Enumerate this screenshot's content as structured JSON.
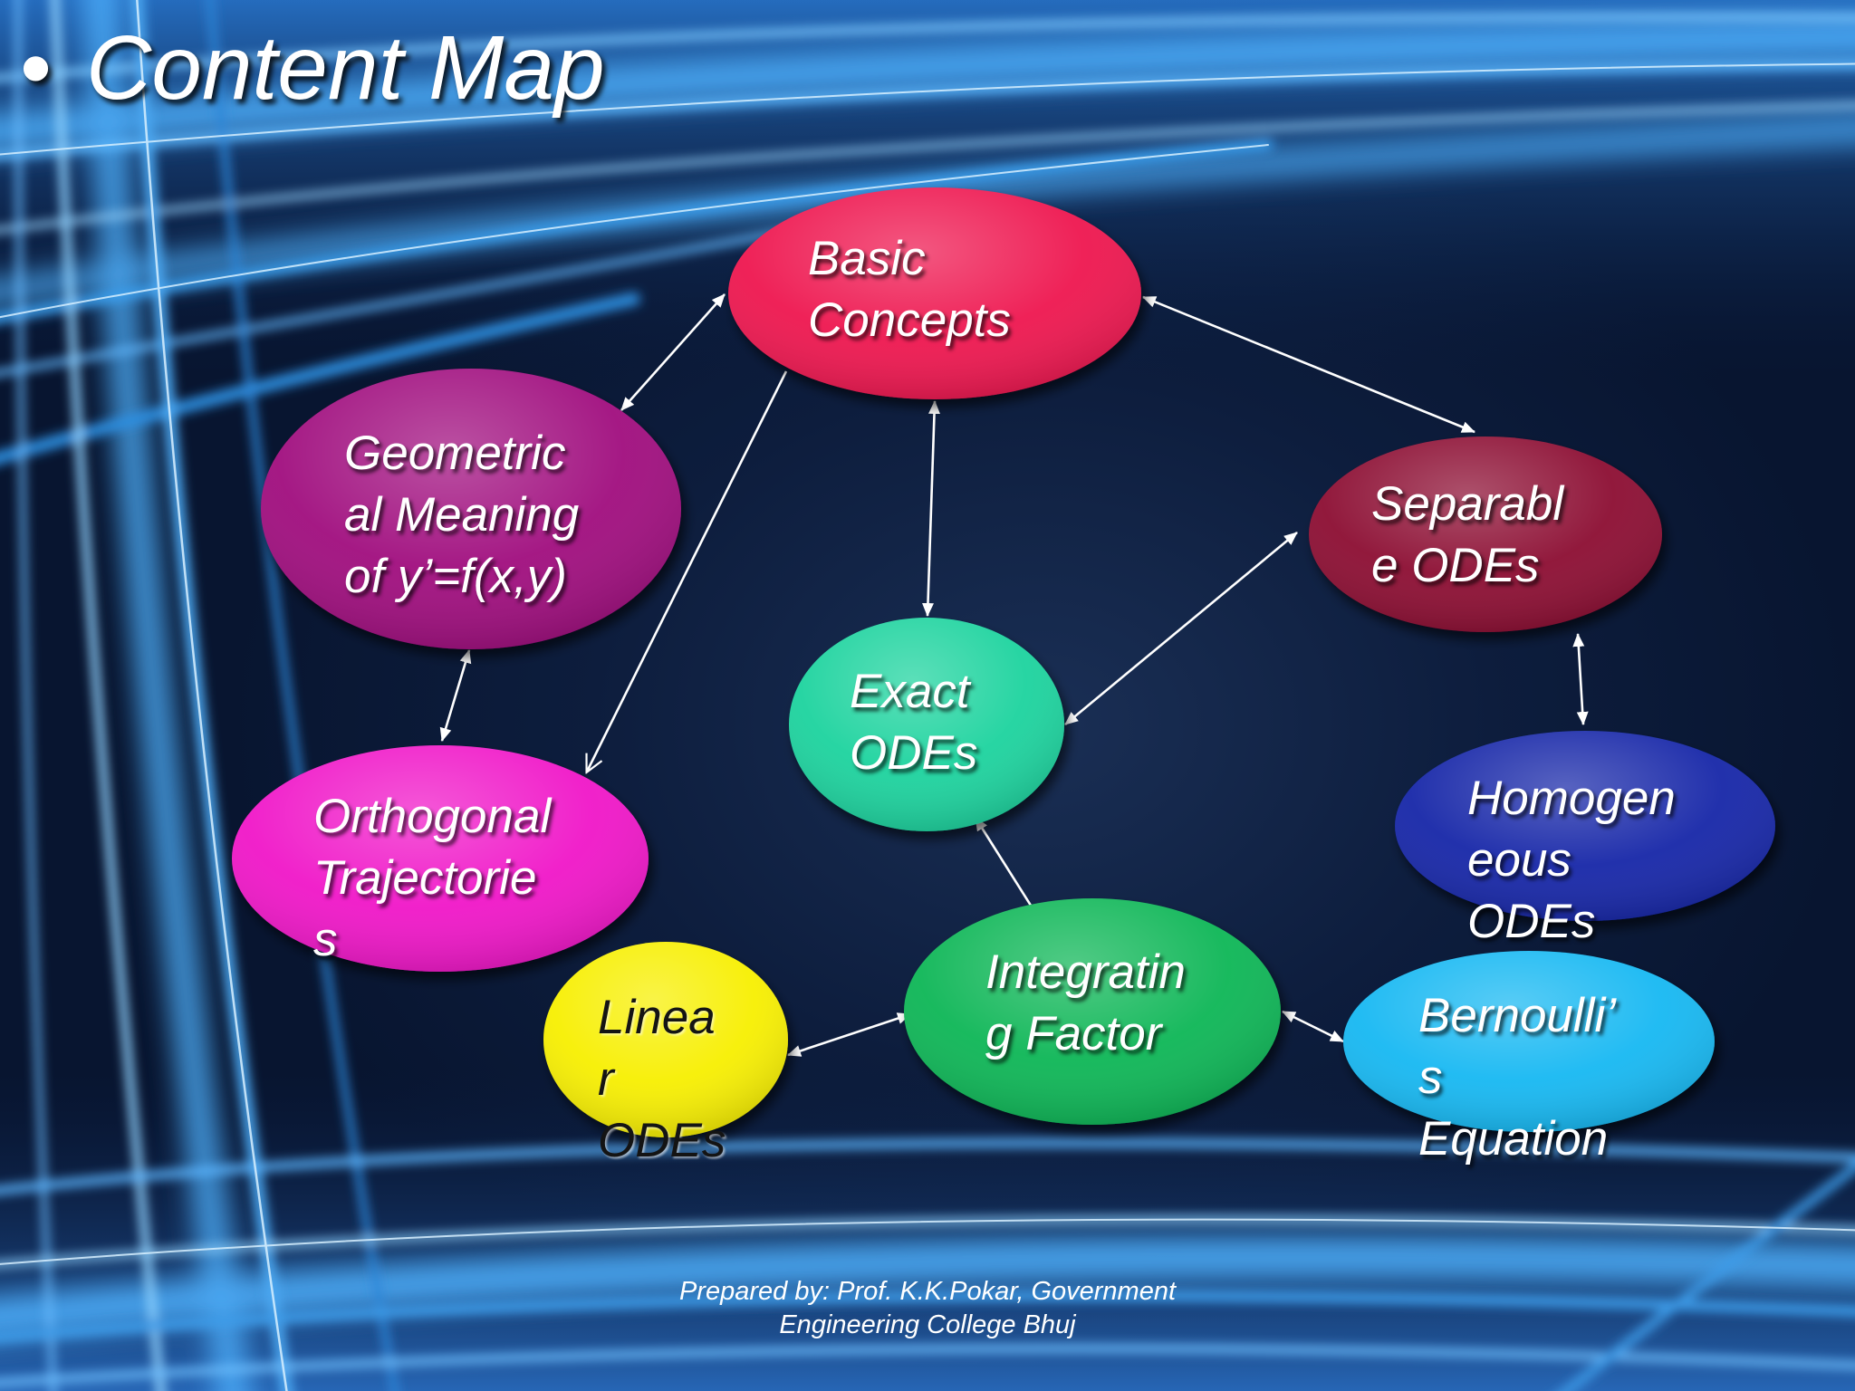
{
  "slide": {
    "bullet": "•",
    "title": "Content Map",
    "footer": "Prepared by: Prof. K.K.Pokar, Government\nEngineering College Bhuj"
  },
  "nodes": [
    {
      "id": "basic",
      "label": "Basic\nConcepts",
      "color": "#ee1450",
      "text_color": "#ffffff"
    },
    {
      "id": "geometric",
      "label": "Geometric\nal Meaning\nof y’=f(x,y)",
      "color": "#a0097e",
      "text_color": "#ffffff"
    },
    {
      "id": "separable",
      "label": "Separabl\ne ODEs",
      "color": "#8c0a32",
      "text_color": "#ffffff"
    },
    {
      "id": "exact",
      "label": "Exact\nODEs",
      "color": "#1bd39e",
      "text_color": "#ffffff"
    },
    {
      "id": "orthogonal",
      "label": "Orthogonal\nTrajectorie\ns",
      "color": "#f019c8",
      "text_color": "#ffffff"
    },
    {
      "id": "homogeneous",
      "label": "Homogen\neous\nODEs",
      "color": "#1226a8",
      "text_color": "#ffffff"
    },
    {
      "id": "linear",
      "label": "Linea\nr\nODEs",
      "color": "#f7ef05",
      "text_color": "#141414"
    },
    {
      "id": "integrating",
      "label": "Integratin\ng Factor",
      "color": "#0cb656",
      "text_color": "#ffffff"
    },
    {
      "id": "bernoulli",
      "label": "Bernoulli’\ns\nEquation",
      "color": "#13b8f2",
      "text_color": "#ffffff"
    }
  ],
  "edges": [
    {
      "from": "basic",
      "to": "geometric",
      "direction": "both"
    },
    {
      "from": "basic",
      "to": "separable",
      "direction": "both"
    },
    {
      "from": "basic",
      "to": "exact",
      "direction": "both"
    },
    {
      "from": "basic",
      "to": "orthogonal",
      "direction": "forward"
    },
    {
      "from": "geometric",
      "to": "orthogonal",
      "direction": "both"
    },
    {
      "from": "separable",
      "to": "exact",
      "direction": "both"
    },
    {
      "from": "separable",
      "to": "homogeneous",
      "direction": "both"
    },
    {
      "from": "exact",
      "to": "integrating",
      "direction": "both"
    },
    {
      "from": "linear",
      "to": "integrating",
      "direction": "both"
    },
    {
      "from": "integrating",
      "to": "bernoulli",
      "direction": "both"
    }
  ],
  "colors": {
    "edge": "#ffffff",
    "text": "#ffffff",
    "light_streak": "#4fb2ff"
  }
}
